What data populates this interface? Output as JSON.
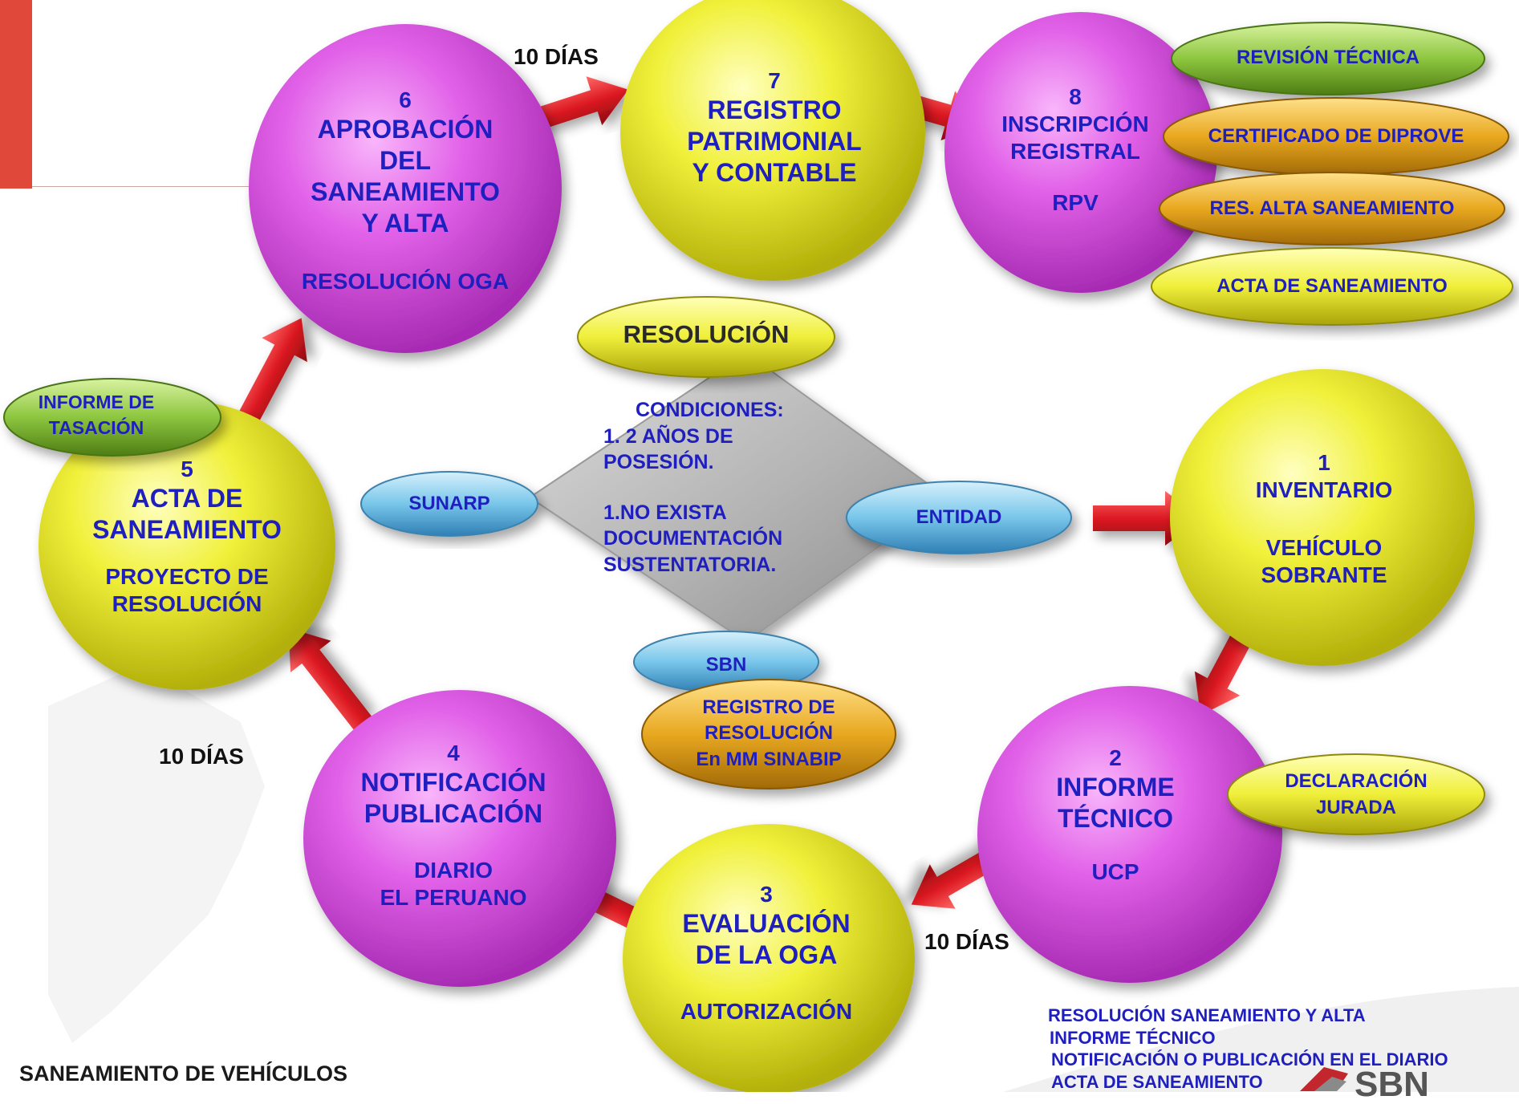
{
  "title": "SANEAMIENTO DE VEHÍCULOS",
  "colors": {
    "pink": "#e161e8",
    "yellow": "#f0f03a",
    "blue": "#78c6ea",
    "orange": "#e8a820",
    "green": "#8dc63f",
    "arrow": "#dd1a22",
    "diamond": "#b6b6b6",
    "text": "#1f1fc0"
  },
  "steps": [
    {
      "num": "1",
      "lines": [
        "INVENTARIO",
        "",
        "VEHÍCULO",
        "SOBRANTE"
      ]
    },
    {
      "num": "2",
      "lines": [
        "INFORME",
        "TÉCNICO",
        "",
        "UCP"
      ]
    },
    {
      "num": "3",
      "lines": [
        "EVALUACIÓN",
        "DE LA OGA",
        "",
        "AUTORIZACIÓN"
      ]
    },
    {
      "num": "4",
      "lines": [
        "NOTIFICACIÓN",
        "PUBLICACIÓN",
        "",
        "DIARIO",
        "EL PERUANO"
      ]
    },
    {
      "num": "5",
      "lines": [
        "ACTA DE",
        "SANEAMIENTO",
        "",
        "PROYECTO DE",
        "RESOLUCIÓN"
      ]
    },
    {
      "num": "6",
      "lines": [
        "APROBACIÓN",
        "DEL",
        "SANEAMIENTO",
        "Y ALTA",
        "",
        "RESOLUCIÓN OGA"
      ]
    },
    {
      "num": "7",
      "lines": [
        "REGISTRO",
        "PATRIMONIAL",
        "Y CONTABLE"
      ]
    },
    {
      "num": "8",
      "lines": [
        "INSCRIPCIÓN",
        "REGISTRAL",
        "",
        "RPV"
      ]
    }
  ],
  "center": {
    "resolucion": "RESOLUCIÓN",
    "condiciones": [
      "CONDICIONES:",
      "1. 2 AÑOS DE",
      "POSESIÓN.",
      "",
      "1.NO EXISTA",
      "DOCUMENTACIÓN",
      "SUSTENTATORIA."
    ],
    "sunarp": "SUNARP",
    "entidad": "ENTIDAD",
    "sbn": "SBN",
    "registro": [
      "REGISTRO DE",
      "RESOLUCIÓN",
      "En MM SINABIP"
    ]
  },
  "side_pills": {
    "revision": "REVISIÓN TÉCNICA",
    "certificado": "CERTIFICADO DE DIPROVE",
    "res_alta": "RES. ALTA SANEAMIENTO",
    "acta": "ACTA DE SANEAMIENTO",
    "informe_tasacion": [
      "INFORME DE",
      "TASACIÓN"
    ],
    "declaracion": [
      "DECLARACIÓN",
      "JURADA"
    ]
  },
  "durations": {
    "top": "10 DÍAS",
    "left": "10 DÍAS",
    "bottom": "10 DÍAS"
  },
  "legend": [
    "RESOLUCIÓN SANEAMIENTO Y ALTA",
    "INFORME TÉCNICO",
    "NOTIFICACIÓN O PUBLICACIÓN EN EL DIARIO",
    "ACTA DE SANEAMIENTO"
  ],
  "logo_text": "SBN"
}
